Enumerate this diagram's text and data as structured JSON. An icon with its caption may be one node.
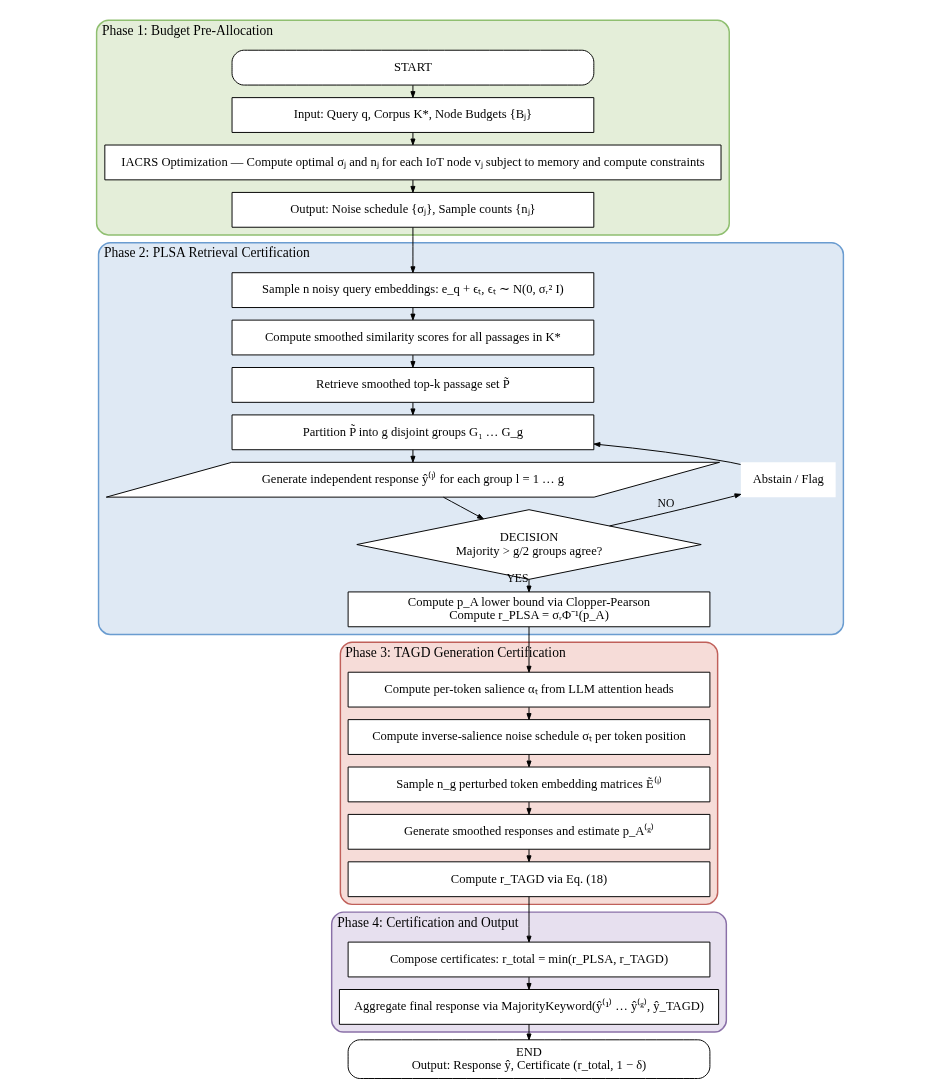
{
  "diagram": {
    "nodes": [
      {
        "text": [
          "Phase 1: Budget Pre-Allocation"
        ]
      },
      {
        "text": [
          "START"
        ],
        "in": 0
      },
      {
        "text": [
          "Input: Query q, Corpus K*, Node Budgets {Bⱼ}"
        ],
        "in": 0
      },
      {
        "text": [
          "IACRS Optimization — Compute optimal σⱼ and nⱼ for each IoT node vⱼ subject to memory and compute constraints"
        ],
        "in": 0
      },
      {
        "text": [
          "Output: Noise schedule {σⱼ}, Sample counts {nⱼ}"
        ],
        "in": 0
      },
      {
        "text": [
          "Phase 2: PLSA Retrieval Certification"
        ]
      },
      {
        "text": [
          "Sample n noisy query embeddings: e_q + ϵₜ, ϵₜ ∼ N(0, σᵣ² I)"
        ],
        "in": 5
      },
      {
        "text": [
          "Compute smoothed similarity scores for all passages in K*"
        ],
        "in": 5
      },
      {
        "text": [
          "Retrieve smoothed top-k passage set P̃"
        ],
        "in": 5
      },
      {
        "text": [
          "Partition P̃ into g disjoint groups G₁ … G_g"
        ],
        "in": 5
      },
      {
        "text": [
          "Generate independent response ŷ⁽ˡ⁾ for each group l = 1 … g"
        ],
        "in": 5
      },
      {
        "text": [
          "DECISION",
          "Majority > g/2 groups agree?"
        ],
        "in": 5
      },
      {
        "text": [
          "Abstain / Flag"
        ],
        "in": 5
      },
      {
        "text": [
          "Compute p_A lower bound via Clopper-Pearson",
          "Compute r_PLSA = σᵣΦ⁻¹(p_A)"
        ],
        "in": 5
      },
      {
        "text": [
          "Phase 3: TAGD Generation Certification"
        ]
      },
      {
        "text": [
          "Compute per-token salience αₜ from LLM attention heads"
        ],
        "in": 14
      },
      {
        "text": [
          "Compute inverse-salience noise schedule σₜ per token position"
        ],
        "in": 14
      },
      {
        "text": [
          "Sample n_g perturbed token embedding matrices Ẽ⁽ⁱ⁾"
        ],
        "in": 14
      },
      {
        "text": [
          "Generate smoothed responses and estimate p_A⁽ᵍ⁾"
        ],
        "in": 14
      },
      {
        "text": [
          "Compute r_TAGD via Eq. (18)"
        ],
        "in": 14
      },
      {
        "text": [
          "Phase 4: Certification and Output"
        ]
      },
      {
        "text": [
          "Compose certificates: r_total = min(r_PLSA, r_TAGD)"
        ],
        "in": 20
      },
      {
        "text": [
          "Aggregate final response via MajorityKeyword(ŷ⁽¹⁾ … ŷ⁽ᵍ⁾, ŷ_TAGD)"
        ],
        "in": 20
      },
      {
        "text": [
          "END",
          "Output: Response ŷ, Certificate (r_total, 1 − δ)"
        ]
      }
    ],
    "edges": [
      {
        "from": 1,
        "to": 2,
        "arrow": "to"
      },
      {
        "from": 2,
        "to": 3,
        "arrow": "to"
      },
      {
        "from": 3,
        "to": 4,
        "arrow": "to"
      },
      {
        "from": 4,
        "to": 6,
        "arrow": "to"
      },
      {
        "from": 6,
        "to": 7,
        "arrow": "to"
      },
      {
        "from": 7,
        "to": 8,
        "arrow": "to"
      },
      {
        "from": 8,
        "to": 9,
        "arrow": "to"
      },
      {
        "from": 9,
        "to": 10,
        "arrow": "to"
      },
      {
        "from": 10,
        "to": 11,
        "arrow": "to"
      },
      {
        "from": 11,
        "to": 12,
        "arrow": "to",
        "label": "NO"
      },
      {
        "from": 12,
        "to": 9,
        "arrow": "to"
      },
      {
        "from": 11,
        "to": 13,
        "arrow": "to",
        "label": "YES"
      },
      {
        "from": 13,
        "to": 15,
        "arrow": "to"
      },
      {
        "from": 15,
        "to": 16,
        "arrow": "to"
      },
      {
        "from": 16,
        "to": 17,
        "arrow": "to"
      },
      {
        "from": 17,
        "to": 18,
        "arrow": "to"
      },
      {
        "from": 18,
        "to": 19,
        "arrow": "to"
      },
      {
        "from": 19,
        "to": 21,
        "arrow": "to"
      },
      {
        "from": 21,
        "to": 22,
        "arrow": "to"
      },
      {
        "from": 22,
        "to": 23,
        "arrow": "to"
      }
    ]
  }
}
